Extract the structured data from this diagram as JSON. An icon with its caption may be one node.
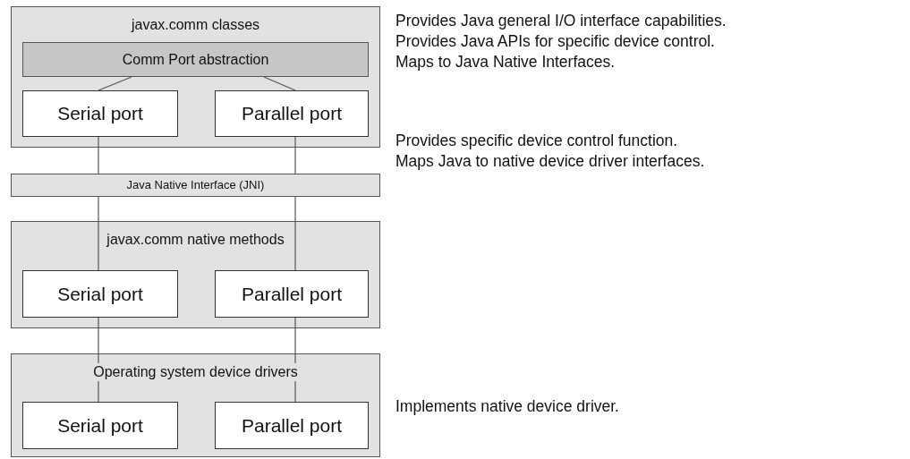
{
  "diagram": {
    "nodes": [
      {
        "text": [
          "javax.comm classes"
        ],
        "beside": [
          "Provides Java general I/O interface capabilities.",
          "Provides Java APIs for specific device control.",
          "Maps to Java Native Interfaces."
        ]
      },
      {
        "text": [
          "Comm Port abstraction"
        ],
        "in": 0
      },
      {
        "text": [
          "Serial port"
        ],
        "in": 0
      },
      {
        "text": [
          "Parallel port"
        ],
        "in": 0
      },
      {
        "text": [
          "Java Native Interface (JNI)"
        ]
      },
      {
        "text": [
          "javax.comm native methods"
        ],
        "beside": [
          "Provides specific device control function.",
          "Maps Java to native device driver interfaces."
        ]
      },
      {
        "text": [
          "Serial port"
        ],
        "in": 5
      },
      {
        "text": [
          "Parallel port"
        ],
        "in": 5
      },
      {
        "text": [
          "Operating system device drivers"
        ],
        "beside": [
          "Implements native device driver."
        ]
      },
      {
        "text": [
          "Serial port"
        ],
        "in": 8
      },
      {
        "text": [
          "Parallel port"
        ],
        "in": 8
      }
    ],
    "edges": [
      {
        "from": 1,
        "to": 2,
        "arrow": "none"
      },
      {
        "from": 1,
        "to": 3,
        "arrow": "none"
      },
      {
        "from": 2,
        "to": 4,
        "arrow": "none"
      },
      {
        "from": 4,
        "to": 6,
        "arrow": "none"
      },
      {
        "from": 3,
        "to": 4,
        "arrow": "none"
      },
      {
        "from": 4,
        "to": 7,
        "arrow": "none"
      },
      {
        "from": 6,
        "to": 9,
        "arrow": "none"
      },
      {
        "from": 7,
        "to": 10,
        "arrow": "none"
      }
    ]
  }
}
